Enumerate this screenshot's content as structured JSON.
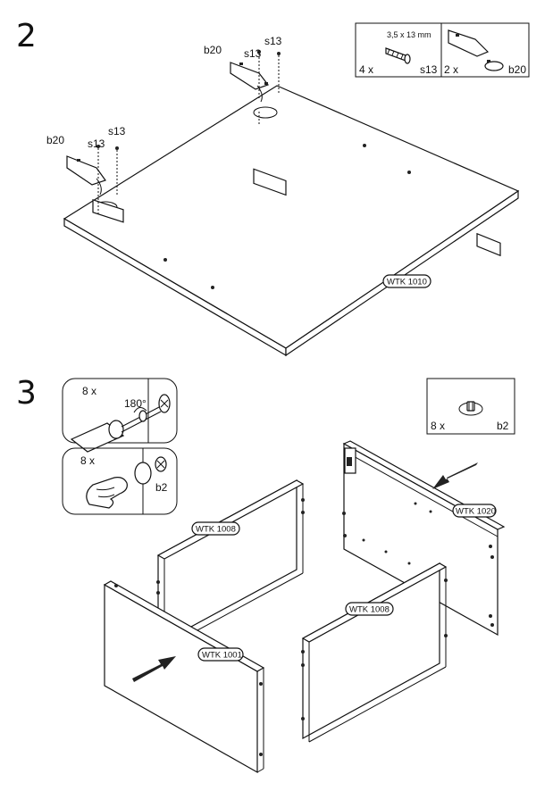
{
  "steps": {
    "step2": "2",
    "step3": "3"
  },
  "step2": {
    "hinge_left": {
      "hinge_code": "b20",
      "screw_code_top": "s13",
      "screw_code_side": "s13"
    },
    "hinge_right": {
      "hinge_code": "b20",
      "screw_code_top": "s13",
      "screw_code_side": "s13"
    },
    "panel_tag": "WTK 1010",
    "parts_box": {
      "screw_size": "3,5 x 13 mm",
      "screw_qty": "4 x",
      "screw_code": "s13",
      "hinge_qty": "2 x",
      "hinge_code": "b20"
    }
  },
  "step3": {
    "insert_box": {
      "qty": "8 x",
      "angle": "180°"
    },
    "cap_box": {
      "qty": "8 x",
      "code": "b2"
    },
    "dowel_box": {
      "qty": "8 x",
      "code": "b2"
    },
    "tags": {
      "side_left": "WTK 1008",
      "side_right": "WTK 1008",
      "back": "WTK 1020",
      "front": "WTK 1001"
    }
  }
}
